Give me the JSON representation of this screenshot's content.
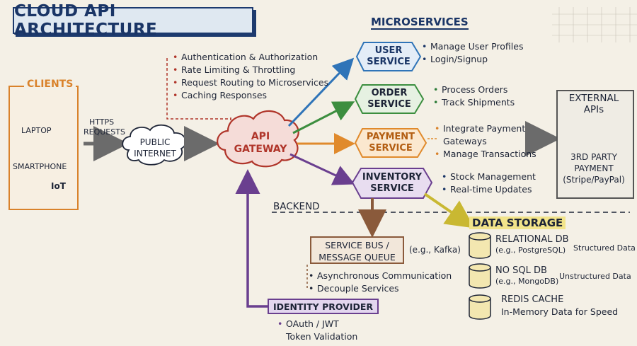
{
  "title": "CLOUD API ARCHITECTURE",
  "clients": {
    "heading": "CLIENTS",
    "items": [
      "LAPTOP",
      "SMARTPHONE",
      "IoT"
    ]
  },
  "https_label": "HTTPS\nREQUESTS",
  "https_line1": "HTTPS",
  "https_line2": "REQUESTS",
  "internet": {
    "line1": "PUBLIC",
    "line2": "INTERNET"
  },
  "gateway": {
    "line1": "API",
    "line2": "GATEWAY",
    "features": [
      "Authentication & Authorization",
      "Rate Limiting & Throttling",
      "Request Routing to Microservices",
      "Caching Responses"
    ]
  },
  "microservices": {
    "heading": "MICROSERVICES",
    "user": {
      "line1": "USER",
      "line2": "SERVICE",
      "bullets": [
        "Manage User Profiles",
        "Login/Signup"
      ]
    },
    "order": {
      "line1": "ORDER",
      "line2": "SERVICE",
      "bullets": [
        "Process Orders",
        "Track Shipments"
      ]
    },
    "payment": {
      "line1": "PAYMENT",
      "line2": "SERVICE",
      "bullets": [
        "Integrate Payment Gateways",
        "Manage Transactions"
      ],
      "bullet1_a": "Integrate Payment",
      "bullet1_b": "Gateways"
    },
    "inventory": {
      "line1": "INVENTORY",
      "line2": "SERVICE",
      "bullets": [
        "Stock Management",
        "Real-time Updates"
      ]
    }
  },
  "external": {
    "line1": "EXTERNAL",
    "line2": "APIs",
    "p1": "3RD PARTY",
    "p1_sup": "RD",
    "p2": "PAYMENT",
    "p3": "(Stripe/PayPal)"
  },
  "backend_label": "BACKEND",
  "service_bus": {
    "line1": "SERVICE BUS /",
    "line2": "MESSAGE QUEUE",
    "example": "(e.g., Kafka)",
    "bullets": [
      "Asynchronous Communication",
      "Decouple Services"
    ]
  },
  "identity": {
    "label": "IDENTITY PROVIDER",
    "bullets": [
      "OAuth / JWT",
      "Token Validation"
    ]
  },
  "data_storage": {
    "heading": "DATA STORAGE",
    "relational": {
      "name": "RELATIONAL DB",
      "example": "(e.g., PostgreSQL)",
      "note": "Structured Data"
    },
    "nosql": {
      "name": "NO SQL DB",
      "example": "(e.g., MongoDB)",
      "note": "Unstructured Data"
    },
    "redis": {
      "name": "REDIS CACHE",
      "note": "In-Memory Data for Speed"
    }
  },
  "colors": {
    "navy": "#1a3566",
    "clients_orange": "#d9822b",
    "user_blue": "#2f74b8",
    "order_green": "#3c8e3f",
    "payment_orange": "#e08a2c",
    "inventory_purple": "#6a3f8f",
    "gateway_red": "#b0352a",
    "storage_yellow": "#e8d75a"
  }
}
